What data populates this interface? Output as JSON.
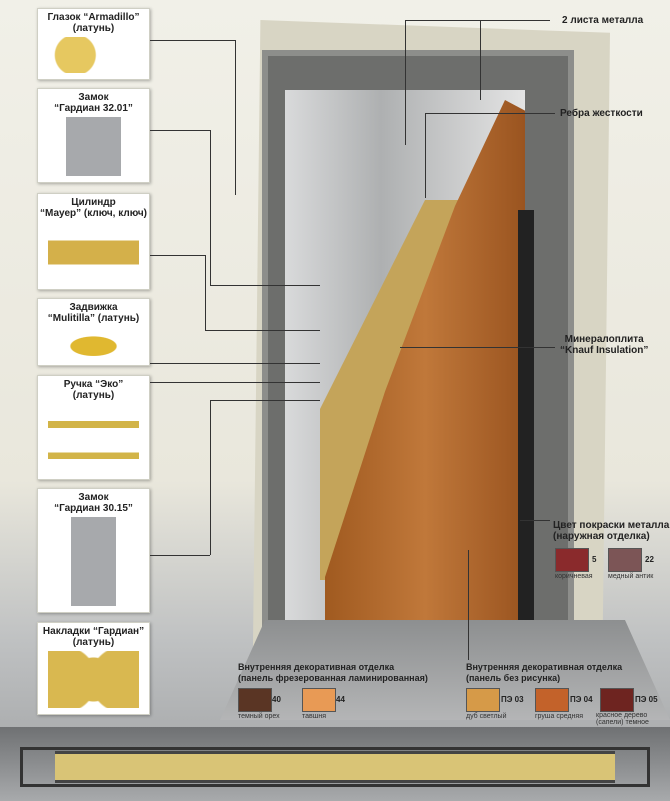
{
  "cards": [
    {
      "title": "Глазок “Armadillo”",
      "sub": "(латунь)"
    },
    {
      "title": "Замок",
      "sub": "“Гардиан 32.01”"
    },
    {
      "title": "Цилиндр",
      "sub": "“Мауер” (ключ, ключ)"
    },
    {
      "title": "Задвижка",
      "sub": "“Mulitilla” (латунь)"
    },
    {
      "title": "Ручка “Эко”",
      "sub": "(латунь)"
    },
    {
      "title": "Замок",
      "sub": "“Гардиан 30.15”"
    },
    {
      "title": "Накладки “Гардиан”",
      "sub": "(латунь)"
    }
  ],
  "callouts": {
    "metal": "2 листа металла",
    "ribs": "Ребра жесткости",
    "mineral1": "Минералоплита",
    "mineral2": "“Knauf Insulation”"
  },
  "paint": {
    "title1": "Цвет покраски металла",
    "title2": "(наружная отделка)",
    "swatches": [
      {
        "code": "5",
        "name": "коричневая",
        "color": "#8a2a2c"
      },
      {
        "code": "22",
        "name": "медный антик",
        "color": "#7c5556"
      }
    ]
  },
  "inner_milled": {
    "title1": "Внутренняя декоративная отделка",
    "title2": "(панель фрезерованная ламинированная)",
    "swatches": [
      {
        "code": "40",
        "name": "темный орех",
        "color": "#5a3524"
      },
      {
        "code": "44",
        "name": "тавшня",
        "color": "#e89a55"
      }
    ]
  },
  "inner_plain": {
    "title1": "Внутренняя декоративная отделка",
    "title2": "(панель без рисунка)",
    "swatches": [
      {
        "code": "ПЭ 03",
        "name": "дуб светлый",
        "color": "#d69a48"
      },
      {
        "code": "ПЭ 04",
        "name": "груша средняя",
        "color": "#c3622a"
      },
      {
        "code": "ПЭ 05",
        "name": "красное дерево (сапели) темное",
        "color": "#6e2420"
      }
    ]
  }
}
